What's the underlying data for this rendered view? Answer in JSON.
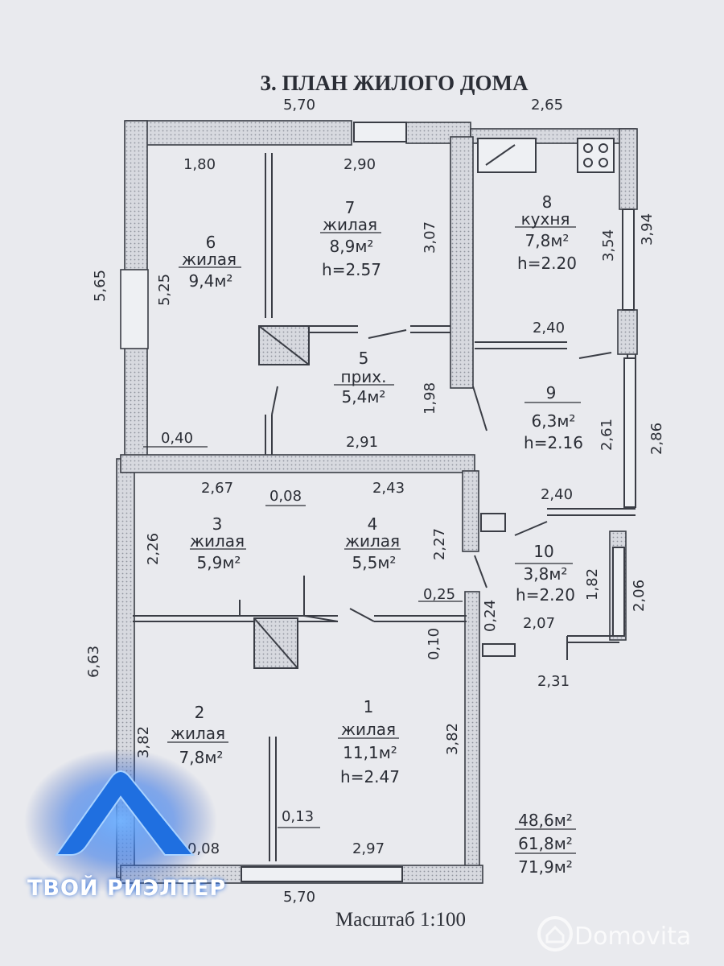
{
  "title": "3. ПЛАН ЖИЛОГО ДОМА",
  "scale_label": "Масштаб 1:100",
  "rooms": [
    {
      "number": "1",
      "type": "жилая",
      "area": "11,1м²",
      "height": "h=2.47"
    },
    {
      "number": "2",
      "type": "жилая",
      "area": "7,8м²"
    },
    {
      "number": "3",
      "type": "жилая",
      "area": "5,9м²"
    },
    {
      "number": "4",
      "type": "жилая",
      "area": "5,5м²"
    },
    {
      "number": "5",
      "type": "прих.",
      "area": "5,4м²"
    },
    {
      "number": "6",
      "type": "жилая",
      "area": "9,4м²"
    },
    {
      "number": "7",
      "type": "жилая",
      "area": "8,9м²",
      "height": "h=2.57"
    },
    {
      "number": "8",
      "type": "кухня",
      "area": "7,8м²",
      "height": "h=2.20"
    },
    {
      "number": "9",
      "area": "6,3м²",
      "height": "h=2.16"
    },
    {
      "number": "10",
      "area": "3,8м²",
      "height": "h=2.20"
    }
  ],
  "dimensions": {
    "top_left": "5,70",
    "top_right": "2,65",
    "d_1_80": "1,80",
    "d_2_90": "2,90",
    "d_3_07": "3,07",
    "d_3_94": "3,94",
    "d_3_54": "3,54",
    "d_5_65": "5,65",
    "d_5_25": "5,25",
    "d_2_40_a": "2,40",
    "d_1_98": "1,98",
    "d_2_61": "2,61",
    "d_2_86": "2,86",
    "d_0_40": "0,40",
    "d_2_91": "2,91",
    "d_2_67": "2,67",
    "d_0_08_a": "0,08",
    "d_2_43": "2,43",
    "d_2_40_b": "2,40",
    "d_2_26": "2,26",
    "d_2_27": "2,27",
    "d_1_82": "1,82",
    "d_2_06": "2,06",
    "d_0_25": "0,25",
    "d_0_24": "0,24",
    "d_2_07": "2,07",
    "d_0_10": "0,10",
    "d_6_63": "6,63",
    "d_2_31": "2,31",
    "d_3_82_l": "3,82",
    "d_3_82_r": "3,82",
    "d_0_13": "0,13",
    "d_0_08_b": "0,08",
    "d_2_97": "2,97",
    "bottom": "5,70"
  },
  "totals": [
    "48,6м²",
    "61,8м²",
    "71,9м²"
  ],
  "watermarks": {
    "brand": "ТВОЙ РИЭЛТЕР",
    "site": "Domovita"
  },
  "colors": {
    "paper": "#e9eaee",
    "ink": "#2b2e36",
    "brand_blue": "#1f6fe0"
  }
}
